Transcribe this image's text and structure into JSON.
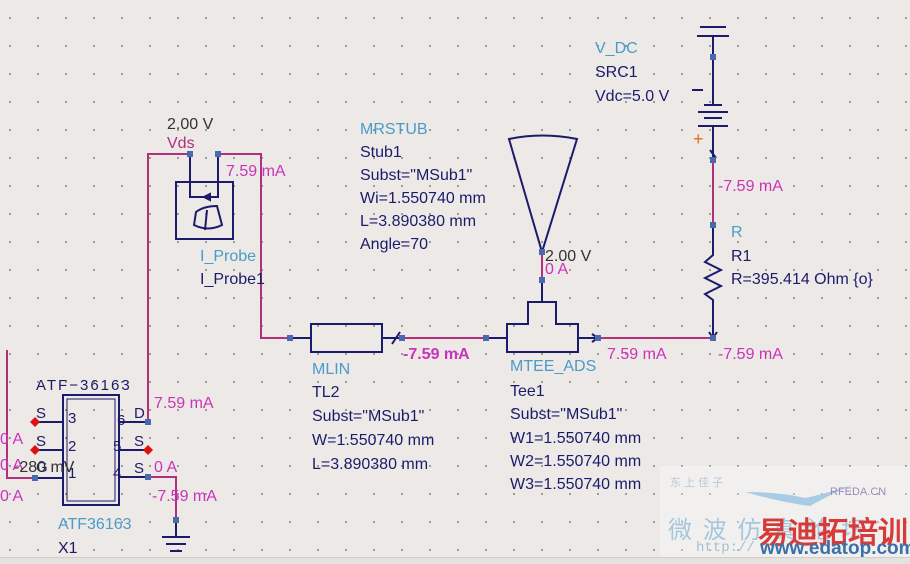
{
  "colors": {
    "background": "#ece9e6",
    "wire": "#b0307e",
    "component": "#1b1b6b",
    "component_type_label": "#4a9cc9",
    "current_label": "#cc33bb",
    "voltage_label": "#333333",
    "pin_dot": "#4a6ab0",
    "unconnected_pin": "#dd1111",
    "polarity_plus": "#e07020"
  },
  "vds_node": {
    "voltage": "2.00 V",
    "label": "Vds"
  },
  "iprobe": {
    "type": "I_Probe",
    "name": "I_Probe1",
    "current": "7.59 mA"
  },
  "transistor": {
    "symbol_title": "ATF−36163",
    "type": "ATF36163",
    "name": "X1",
    "pins": [
      {
        "label": "S",
        "num": "3"
      },
      {
        "label": "S",
        "num": "2"
      },
      {
        "label": "G",
        "num": "1"
      },
      {
        "label": "D",
        "num": "6"
      },
      {
        "label": "S",
        "num": "5"
      },
      {
        "label": "S",
        "num": "4"
      }
    ],
    "annotations": {
      "drain_current": "7.59 mA",
      "left_current_1": "0 A",
      "left_current_2": "0 A",
      "gate_voltage": "-280 mV",
      "left_current_3": "0 A",
      "source_current": "0 A",
      "ground_current": "-7.59 mA"
    }
  },
  "mlin": {
    "type": "MLIN",
    "name": "TL2",
    "params": [
      "Subst=\"MSub1\"",
      "W=1.550740 mm",
      "L=3.890380 mm"
    ],
    "current": "-7.59 mA"
  },
  "mrstub": {
    "type": "MRSTUB",
    "name": "Stub1",
    "params": [
      "Subst=\"MSub1\"",
      "Wi=1.550740 mm",
      "L=3.890380 mm",
      "Angle=70"
    ],
    "voltage": "2.00 V",
    "current": "0 A"
  },
  "mtee": {
    "type": "MTEE_ADS",
    "name": "Tee1",
    "params": [
      "Subst=\"MSub1\"",
      "W1=1.550740 mm",
      "W2=1.550740 mm",
      "W3=1.550740 mm"
    ],
    "current": "7.59 mA"
  },
  "vdc": {
    "type": "V_DC",
    "name": "SRC1",
    "params": [
      "Vdc=5.0 V"
    ],
    "minus": "−",
    "plus": "+",
    "current": "-7.59 mA"
  },
  "resistor": {
    "type": "R",
    "name": "R1",
    "params": [
      "R=395.414 Ohm {o}"
    ],
    "current": "-7.59 mA"
  },
  "watermark": {
    "site_small": "RFEDA.CN",
    "cn_left": "微 波 仿 真 论 坛",
    "cn_right": "易迪拓培训",
    "url_left": "http://",
    "url_right": "www.edatop.com",
    "tagline": "东 上 佳 子"
  }
}
